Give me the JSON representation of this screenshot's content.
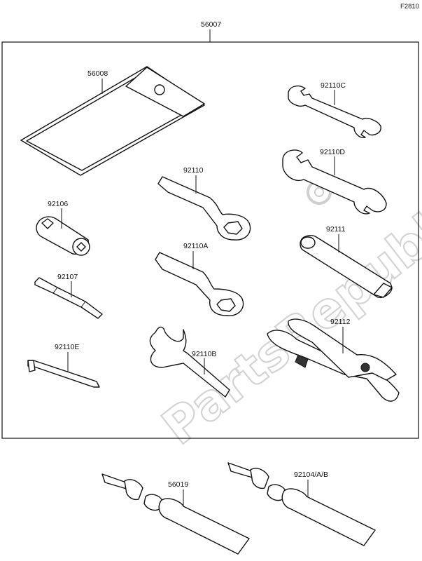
{
  "figure_code": "F2810",
  "watermark": "PartsRepublik",
  "kit_label": "56007",
  "parts": {
    "pouch": "56008",
    "wrench_c": "92110C",
    "wrench_d": "92110D",
    "box_wrench": "92110",
    "box_wrench_a": "92110A",
    "handle": "92111",
    "plug_socket": "92106",
    "screwdriver": "92107",
    "hex_key": "92110E",
    "hook_spanner": "92110B",
    "pliers": "92112",
    "grease_tube": "56019",
    "bond_tube": "92104/A/B"
  }
}
